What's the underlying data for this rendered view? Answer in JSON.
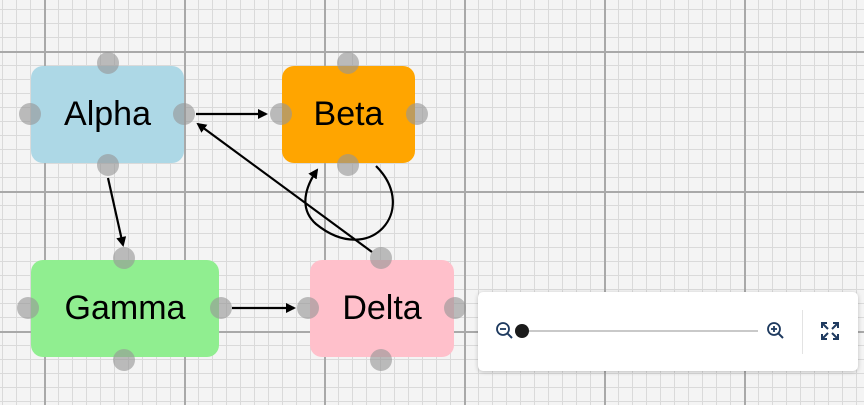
{
  "diagram": {
    "nodes": [
      {
        "id": "alpha",
        "label": "Alpha",
        "color": "#add8e6"
      },
      {
        "id": "beta",
        "label": "Beta",
        "color": "#ffa500"
      },
      {
        "id": "gamma",
        "label": "Gamma",
        "color": "#90ee90"
      },
      {
        "id": "delta",
        "label": "Delta",
        "color": "#ffc0cb"
      }
    ],
    "edges": [
      {
        "from": "alpha",
        "to": "beta"
      },
      {
        "from": "alpha",
        "to": "gamma"
      },
      {
        "from": "gamma",
        "to": "delta"
      },
      {
        "from": "delta",
        "to": "alpha"
      },
      {
        "from": "beta",
        "to": "beta"
      }
    ]
  },
  "zoom_control": {
    "zoom_out_icon": "zoom-out-icon",
    "zoom_in_icon": "zoom-in-icon",
    "fit_icon": "fullscreen-icon",
    "level": 0
  },
  "colors": {
    "grid_major": "#a9a9a9",
    "grid_minor": "#dadada",
    "background": "#f4f4f4",
    "handle": "#969696",
    "edge": "#000000"
  }
}
